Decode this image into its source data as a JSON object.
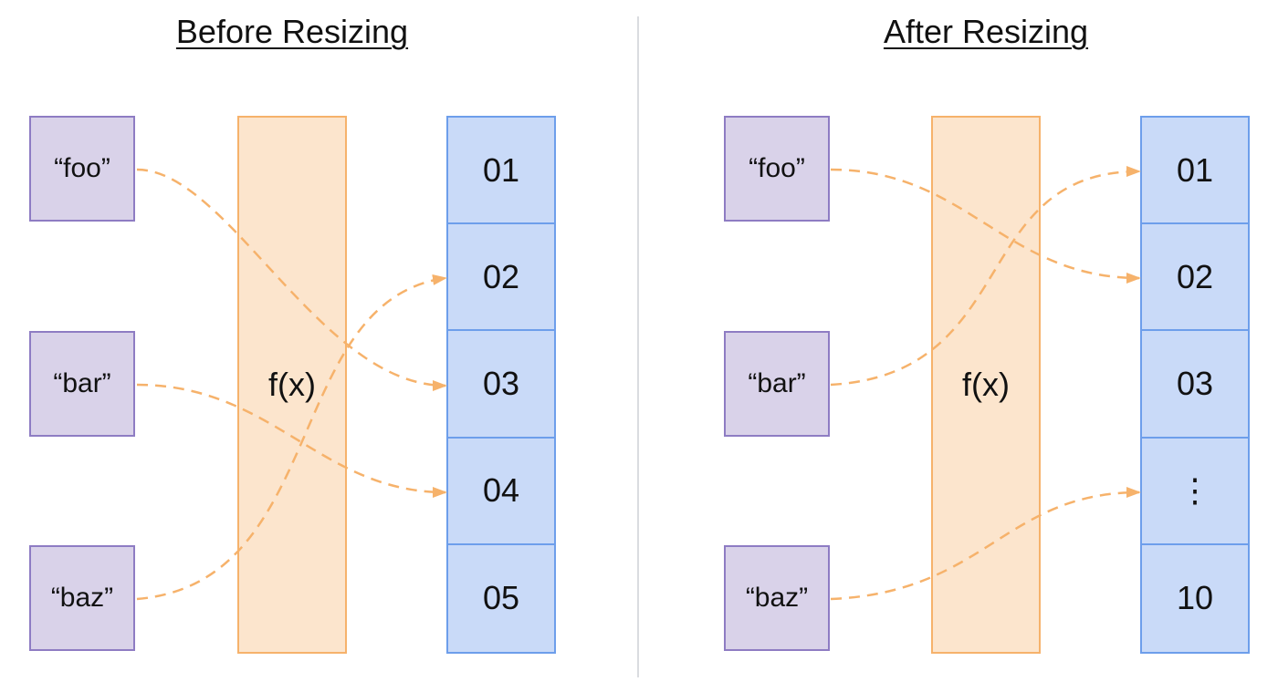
{
  "colors": {
    "key_fill": "#d9d2e9",
    "key_border": "#8e7cc3",
    "hash_fill": "#fce5cd",
    "hash_border": "#f6b26b",
    "bucket_fill": "#c9daf8",
    "bucket_border": "#6d9eeb",
    "arrow": "#f6b26b",
    "divider": "#dadce0"
  },
  "before": {
    "title": "Before Resizing",
    "keys": [
      "“foo”",
      "“bar”",
      "“baz”"
    ],
    "hash_label": "f(x)",
    "buckets": [
      "01",
      "02",
      "03",
      "04",
      "05"
    ],
    "mappings": [
      {
        "key": "“foo”",
        "bucket": "03"
      },
      {
        "key": "“bar”",
        "bucket": "04"
      },
      {
        "key": "“baz”",
        "bucket": "02"
      }
    ]
  },
  "after": {
    "title": "After Resizing",
    "keys": [
      "“foo”",
      "“bar”",
      "“baz”"
    ],
    "hash_label": "f(x)",
    "buckets": [
      "01",
      "02",
      "03",
      "⋮",
      "10"
    ],
    "mappings": [
      {
        "key": "“foo”",
        "bucket": "02"
      },
      {
        "key": "“bar”",
        "bucket": "01"
      },
      {
        "key": "“baz”",
        "bucket": "⋮"
      }
    ]
  }
}
